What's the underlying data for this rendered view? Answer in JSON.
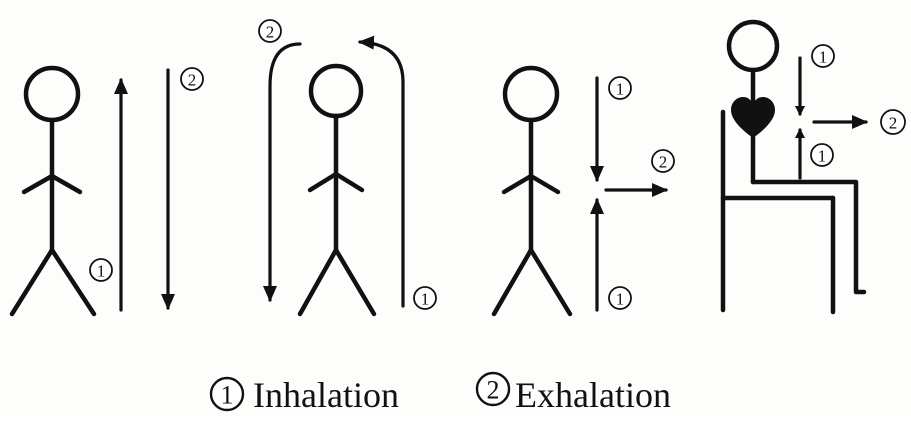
{
  "diagram": {
    "step1_marker": "1",
    "step2_marker": "2",
    "legend": {
      "inhalation_marker": "1",
      "inhalation_label": "Inhalation",
      "exhalation_marker": "2",
      "exhalation_label": "Exhalation"
    }
  }
}
